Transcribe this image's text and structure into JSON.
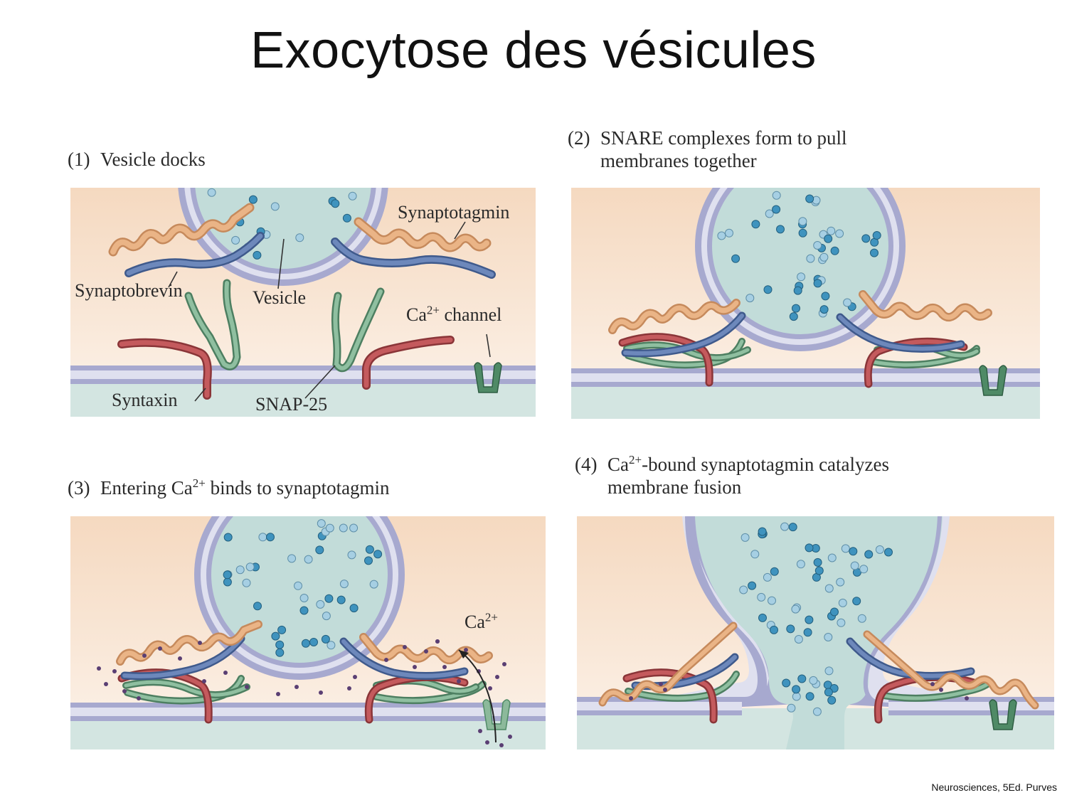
{
  "title": "Exocytose des vésicules",
  "panels": [
    {
      "num": "(1)",
      "line1": "Vesicle docks"
    },
    {
      "num": "(2)",
      "line1": "SNARE complexes form to pull",
      "line2": "membranes together"
    },
    {
      "num": "(3)",
      "line1_pre": "Entering Ca",
      "line1_sup": "2+",
      "line1_post": " binds to synaptotagmin"
    },
    {
      "num": "(4)",
      "line1_pre": "Ca",
      "line1_sup": "2+",
      "line1_post": "-bound synaptotagmin catalyzes",
      "line2": "membrane fusion"
    }
  ],
  "labels": {
    "synaptotagmin": "Synaptotagmin",
    "synaptobrevin": "Synaptobrevin",
    "vesicle": "Vesicle",
    "channel_pre": "Ca",
    "channel_sup": "2+",
    "channel_post": " channel",
    "syntaxin": "Syntaxin",
    "snap25": "SNAP-25",
    "ca_pre": "Ca",
    "ca_sup": "2+"
  },
  "credit": "Neurosciences, 5Ed. Purves",
  "colors": {
    "cytoplasm_top": "#f6dcc4",
    "extracellular": "#d3e5e1",
    "membrane": "#a7a9cf",
    "membrane_inner": "#dfe0ef",
    "vesicle_lumen": "#c2dcd9",
    "transmitter": "#3f93be",
    "synaptotagmin": "#e6a571",
    "synaptobrevin": "#5874a8",
    "syntaxin": "#b24a4d",
    "snap25": "#6fa483",
    "calcium": "#5a3f73"
  }
}
